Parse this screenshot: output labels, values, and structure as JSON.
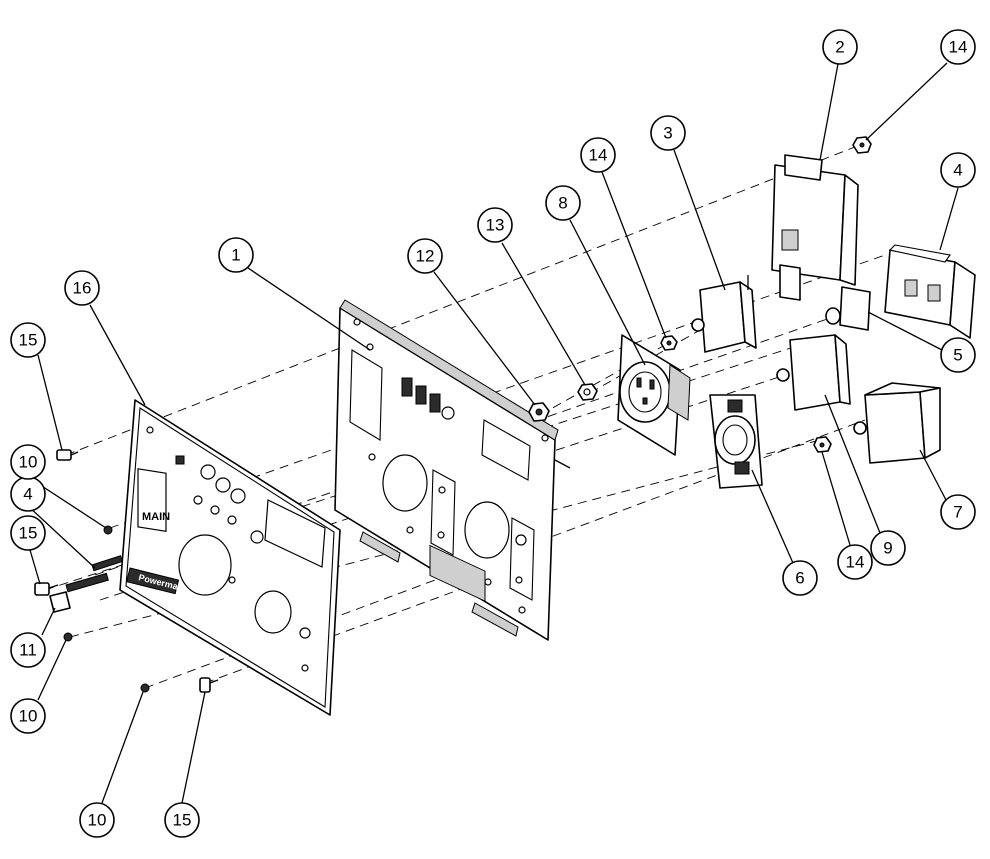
{
  "diagram": {
    "callouts": [
      {
        "id": "c1",
        "label": "1"
      },
      {
        "id": "c2",
        "label": "2"
      },
      {
        "id": "c3",
        "label": "3"
      },
      {
        "id": "c4a",
        "label": "4"
      },
      {
        "id": "c4b",
        "label": "4"
      },
      {
        "id": "c5",
        "label": "5"
      },
      {
        "id": "c6",
        "label": "6"
      },
      {
        "id": "c7",
        "label": "7"
      },
      {
        "id": "c8",
        "label": "8"
      },
      {
        "id": "c9",
        "label": "9"
      },
      {
        "id": "c10a",
        "label": "10"
      },
      {
        "id": "c10b",
        "label": "10"
      },
      {
        "id": "c10c",
        "label": "10"
      },
      {
        "id": "c11",
        "label": "11"
      },
      {
        "id": "c12",
        "label": "12"
      },
      {
        "id": "c13",
        "label": "13"
      },
      {
        "id": "c14a",
        "label": "14"
      },
      {
        "id": "c14b",
        "label": "14"
      },
      {
        "id": "c14c",
        "label": "14"
      },
      {
        "id": "c15a",
        "label": "15"
      },
      {
        "id": "c15b",
        "label": "15"
      },
      {
        "id": "c15c",
        "label": "15"
      },
      {
        "id": "c16",
        "label": "16"
      }
    ],
    "plate_labels": {
      "main": "MAIN",
      "brand": "Powermate"
    },
    "colors": {
      "ink": "#000000",
      "paper": "#ffffff",
      "shade": "#cfcfcf"
    }
  }
}
